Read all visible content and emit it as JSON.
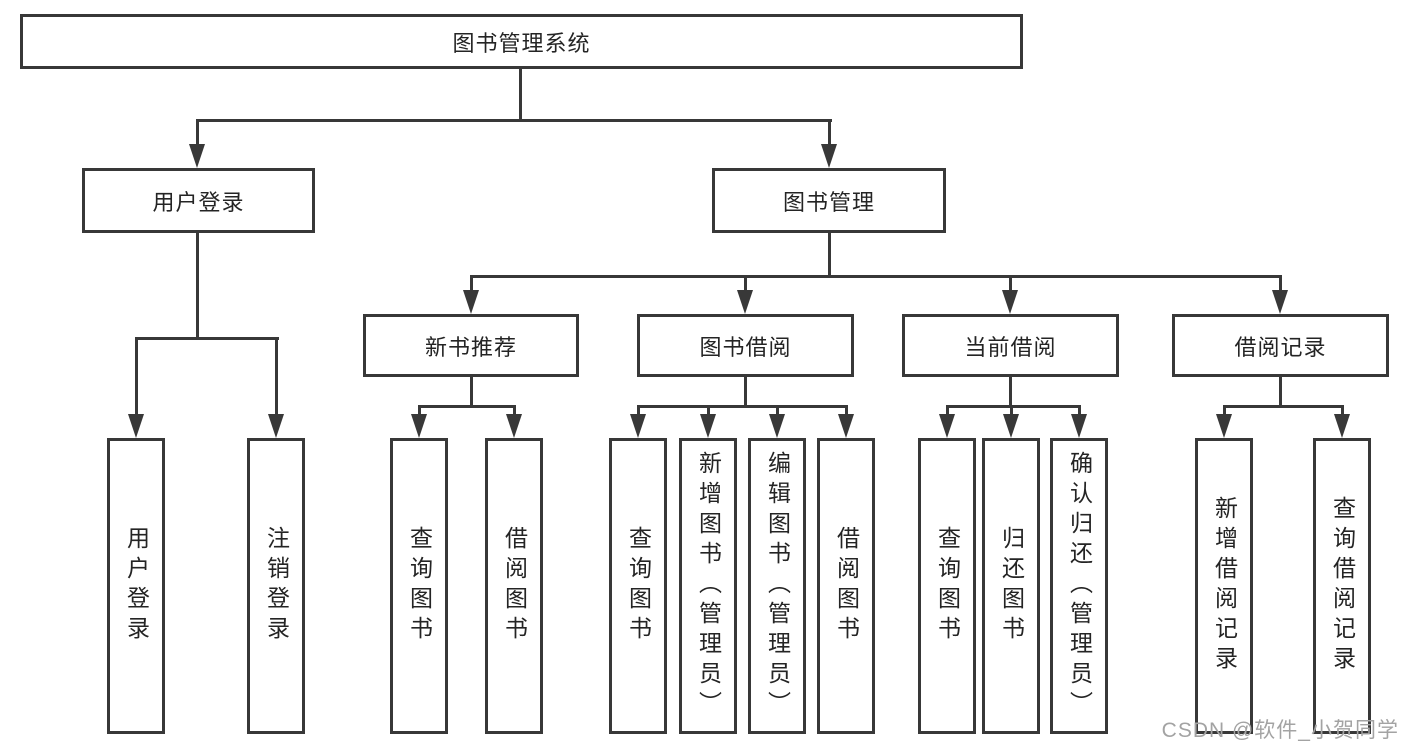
{
  "diagram_title": "图书管理系统",
  "colors": {
    "line": "#383838",
    "text": "#242424",
    "watermark": "#a3a3a3",
    "background": "#ffffff"
  },
  "tree": {
    "label": "图书管理系统",
    "children": [
      {
        "label": "用户登录",
        "children": [
          {
            "label": "用户登录"
          },
          {
            "label": "注销登录"
          }
        ]
      },
      {
        "label": "图书管理",
        "children": [
          {
            "label": "新书推荐",
            "children": [
              {
                "label": "查询图书"
              },
              {
                "label": "借阅图书"
              }
            ]
          },
          {
            "label": "图书借阅",
            "children": [
              {
                "label": "查询图书"
              },
              {
                "label": "新增图书（管理员）"
              },
              {
                "label": "编辑图书（管理员）"
              },
              {
                "label": "借阅图书"
              }
            ]
          },
          {
            "label": "当前借阅",
            "children": [
              {
                "label": "查询图书"
              },
              {
                "label": "归还图书"
              },
              {
                "label": "确认归还（管理员）"
              }
            ]
          },
          {
            "label": "借阅记录",
            "children": [
              {
                "label": "新增借阅记录"
              },
              {
                "label": "查询借阅记录"
              }
            ]
          }
        ]
      }
    ]
  },
  "watermark": "CSDN @软件_小贺同学"
}
